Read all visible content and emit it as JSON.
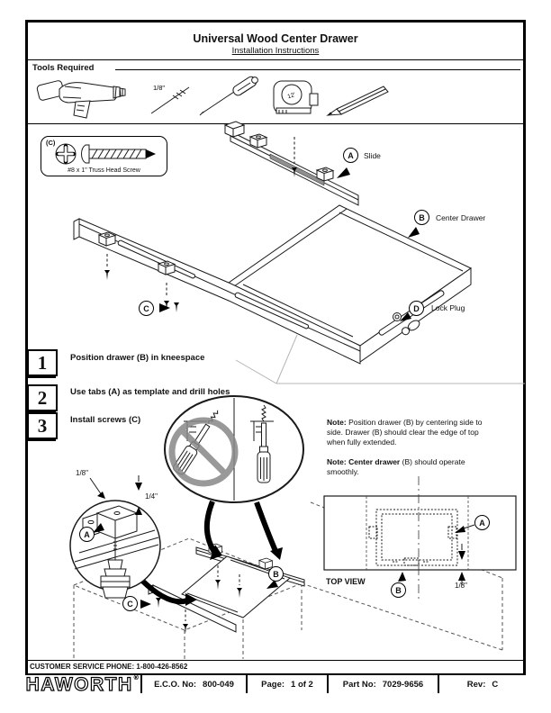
{
  "page": {
    "title": "Universal Wood Center Drawer",
    "subtitle": "Installation Instructions"
  },
  "tools": {
    "heading": "Tools Required",
    "items": [
      "drill",
      "drill bit",
      "screwdriver",
      "tape measure",
      "pencil"
    ],
    "bit_size": "1/8\"",
    "tape_size": "12'"
  },
  "screw_box": {
    "callout": "(C)",
    "caption": "#8 x 1\" Truss Head Screw"
  },
  "diagram": {
    "callouts": {
      "a": {
        "letter": "A",
        "label": "Slide"
      },
      "b": {
        "letter": "B",
        "label": "Center Drawer"
      },
      "c": {
        "letter": "C",
        "label": ""
      },
      "d": {
        "letter": "D",
        "label": "Lock Plug"
      }
    }
  },
  "steps": [
    {
      "number": "1",
      "text": "Position drawer (B) in kneespace"
    },
    {
      "number": "2",
      "text": "Use tabs (A) as template and drill holes"
    },
    {
      "number": "3",
      "text": "Install screws (C)"
    }
  ],
  "notes": [
    {
      "label": "Note:",
      "text": "Position drawer (B) by centering side to side. Drawer (B) should clear the edge of top when fully extended."
    },
    {
      "label": "Note:  Center drawer",
      "text": "(B) should operate smoothly."
    }
  ],
  "install_view": {
    "a": "A",
    "b": "B",
    "c": "C",
    "dim_eighth": "1/8\"",
    "dim_quarter": "1/4\""
  },
  "top_view": {
    "label": "TOP VIEW",
    "a": "A",
    "b": "B",
    "dim": "1/8\""
  },
  "footer": {
    "phone": "CUSTOMER SERVICE PHONE: 1-800-426-8562",
    "logo": "HAWORTH",
    "registered": "®",
    "cells": [
      {
        "label": "E.C.O. No:",
        "value": "800-049"
      },
      {
        "label": "Page:",
        "value": "1 of 2"
      },
      {
        "label": "Part No:",
        "value": "7029-9656"
      },
      {
        "label": "Rev:",
        "value": "C"
      }
    ]
  }
}
